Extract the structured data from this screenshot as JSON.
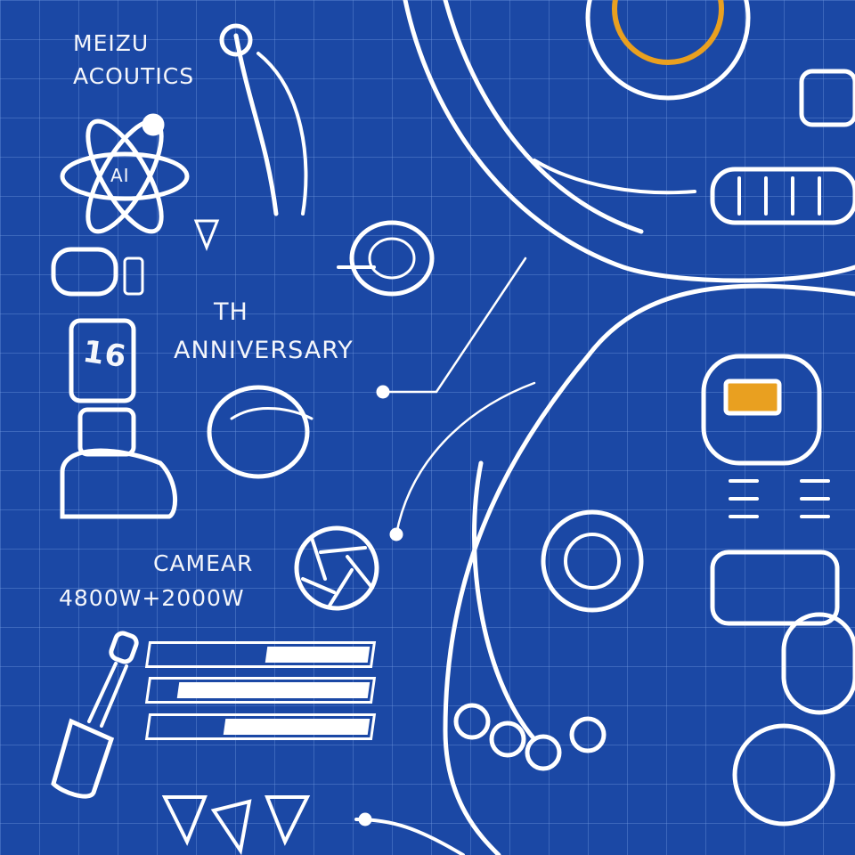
{
  "brand": {
    "line1": "MEIZU",
    "line2": "ACOUTICS"
  },
  "atom_label": "AI",
  "anniversary": {
    "line1": "TH",
    "line2": "ANNIVERSARY",
    "number": "16"
  },
  "camera": {
    "label": "CAMEAR",
    "spec": "4800W+2000W"
  },
  "progress_bars": [
    0.46,
    0.86,
    0.65
  ],
  "colors": {
    "background": "#1b48a5",
    "line": "#ffffff",
    "accent": "#e9a020"
  }
}
